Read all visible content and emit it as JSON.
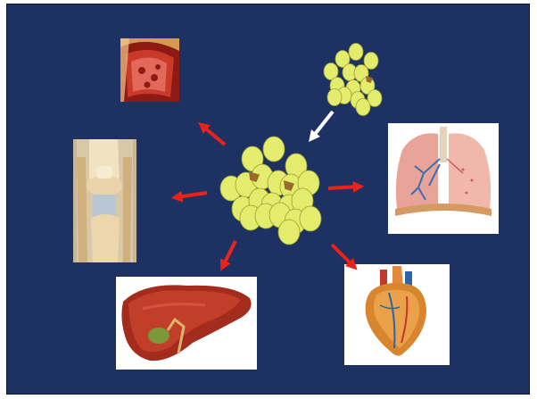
{
  "slide": {
    "background_color": "#1d3263",
    "arrow_color_outgoing": "#e8231c",
    "arrow_color_incoming": "#ffffff",
    "cell_color": "#e4ec6e"
  },
  "organs": [
    {
      "name": "artery-image",
      "icon": "artery-cross-section"
    },
    {
      "name": "knee-joint-image",
      "icon": "knee-joint"
    },
    {
      "name": "liver-image",
      "icon": "liver"
    },
    {
      "name": "heart-image",
      "icon": "heart"
    },
    {
      "name": "lungs-image",
      "icon": "lungs"
    }
  ],
  "cell_clusters": [
    {
      "name": "small-cell-cluster",
      "icon": "fat-cells"
    },
    {
      "name": "large-cell-cluster",
      "icon": "fat-cells"
    }
  ]
}
